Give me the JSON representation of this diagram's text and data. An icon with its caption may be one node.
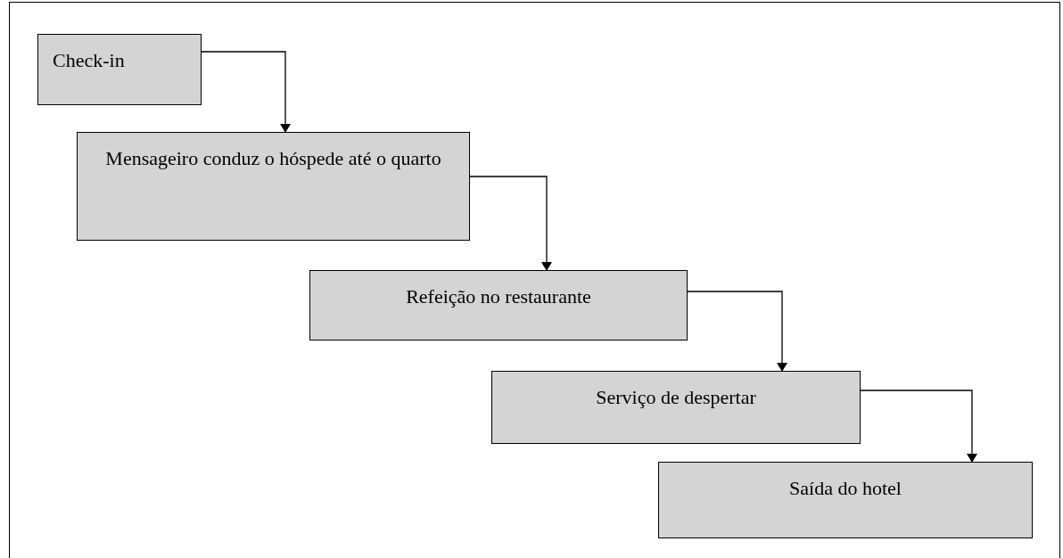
{
  "diagram": {
    "nodes": [
      {
        "text": [
          "Check-in"
        ]
      },
      {
        "text": [
          "Mensageiro conduz o hóspede até o quarto"
        ]
      },
      {
        "text": [
          "Refeição no restaurante"
        ]
      },
      {
        "text": [
          "Serviço de despertar"
        ]
      },
      {
        "text": [
          "Saída do hotel"
        ]
      }
    ],
    "edges": [
      {
        "from": 0,
        "to": 1,
        "arrow": "to"
      },
      {
        "from": 1,
        "to": 2,
        "arrow": "to"
      },
      {
        "from": 2,
        "to": 3,
        "arrow": "to"
      },
      {
        "from": 3,
        "to": 4,
        "arrow": "to"
      }
    ]
  }
}
